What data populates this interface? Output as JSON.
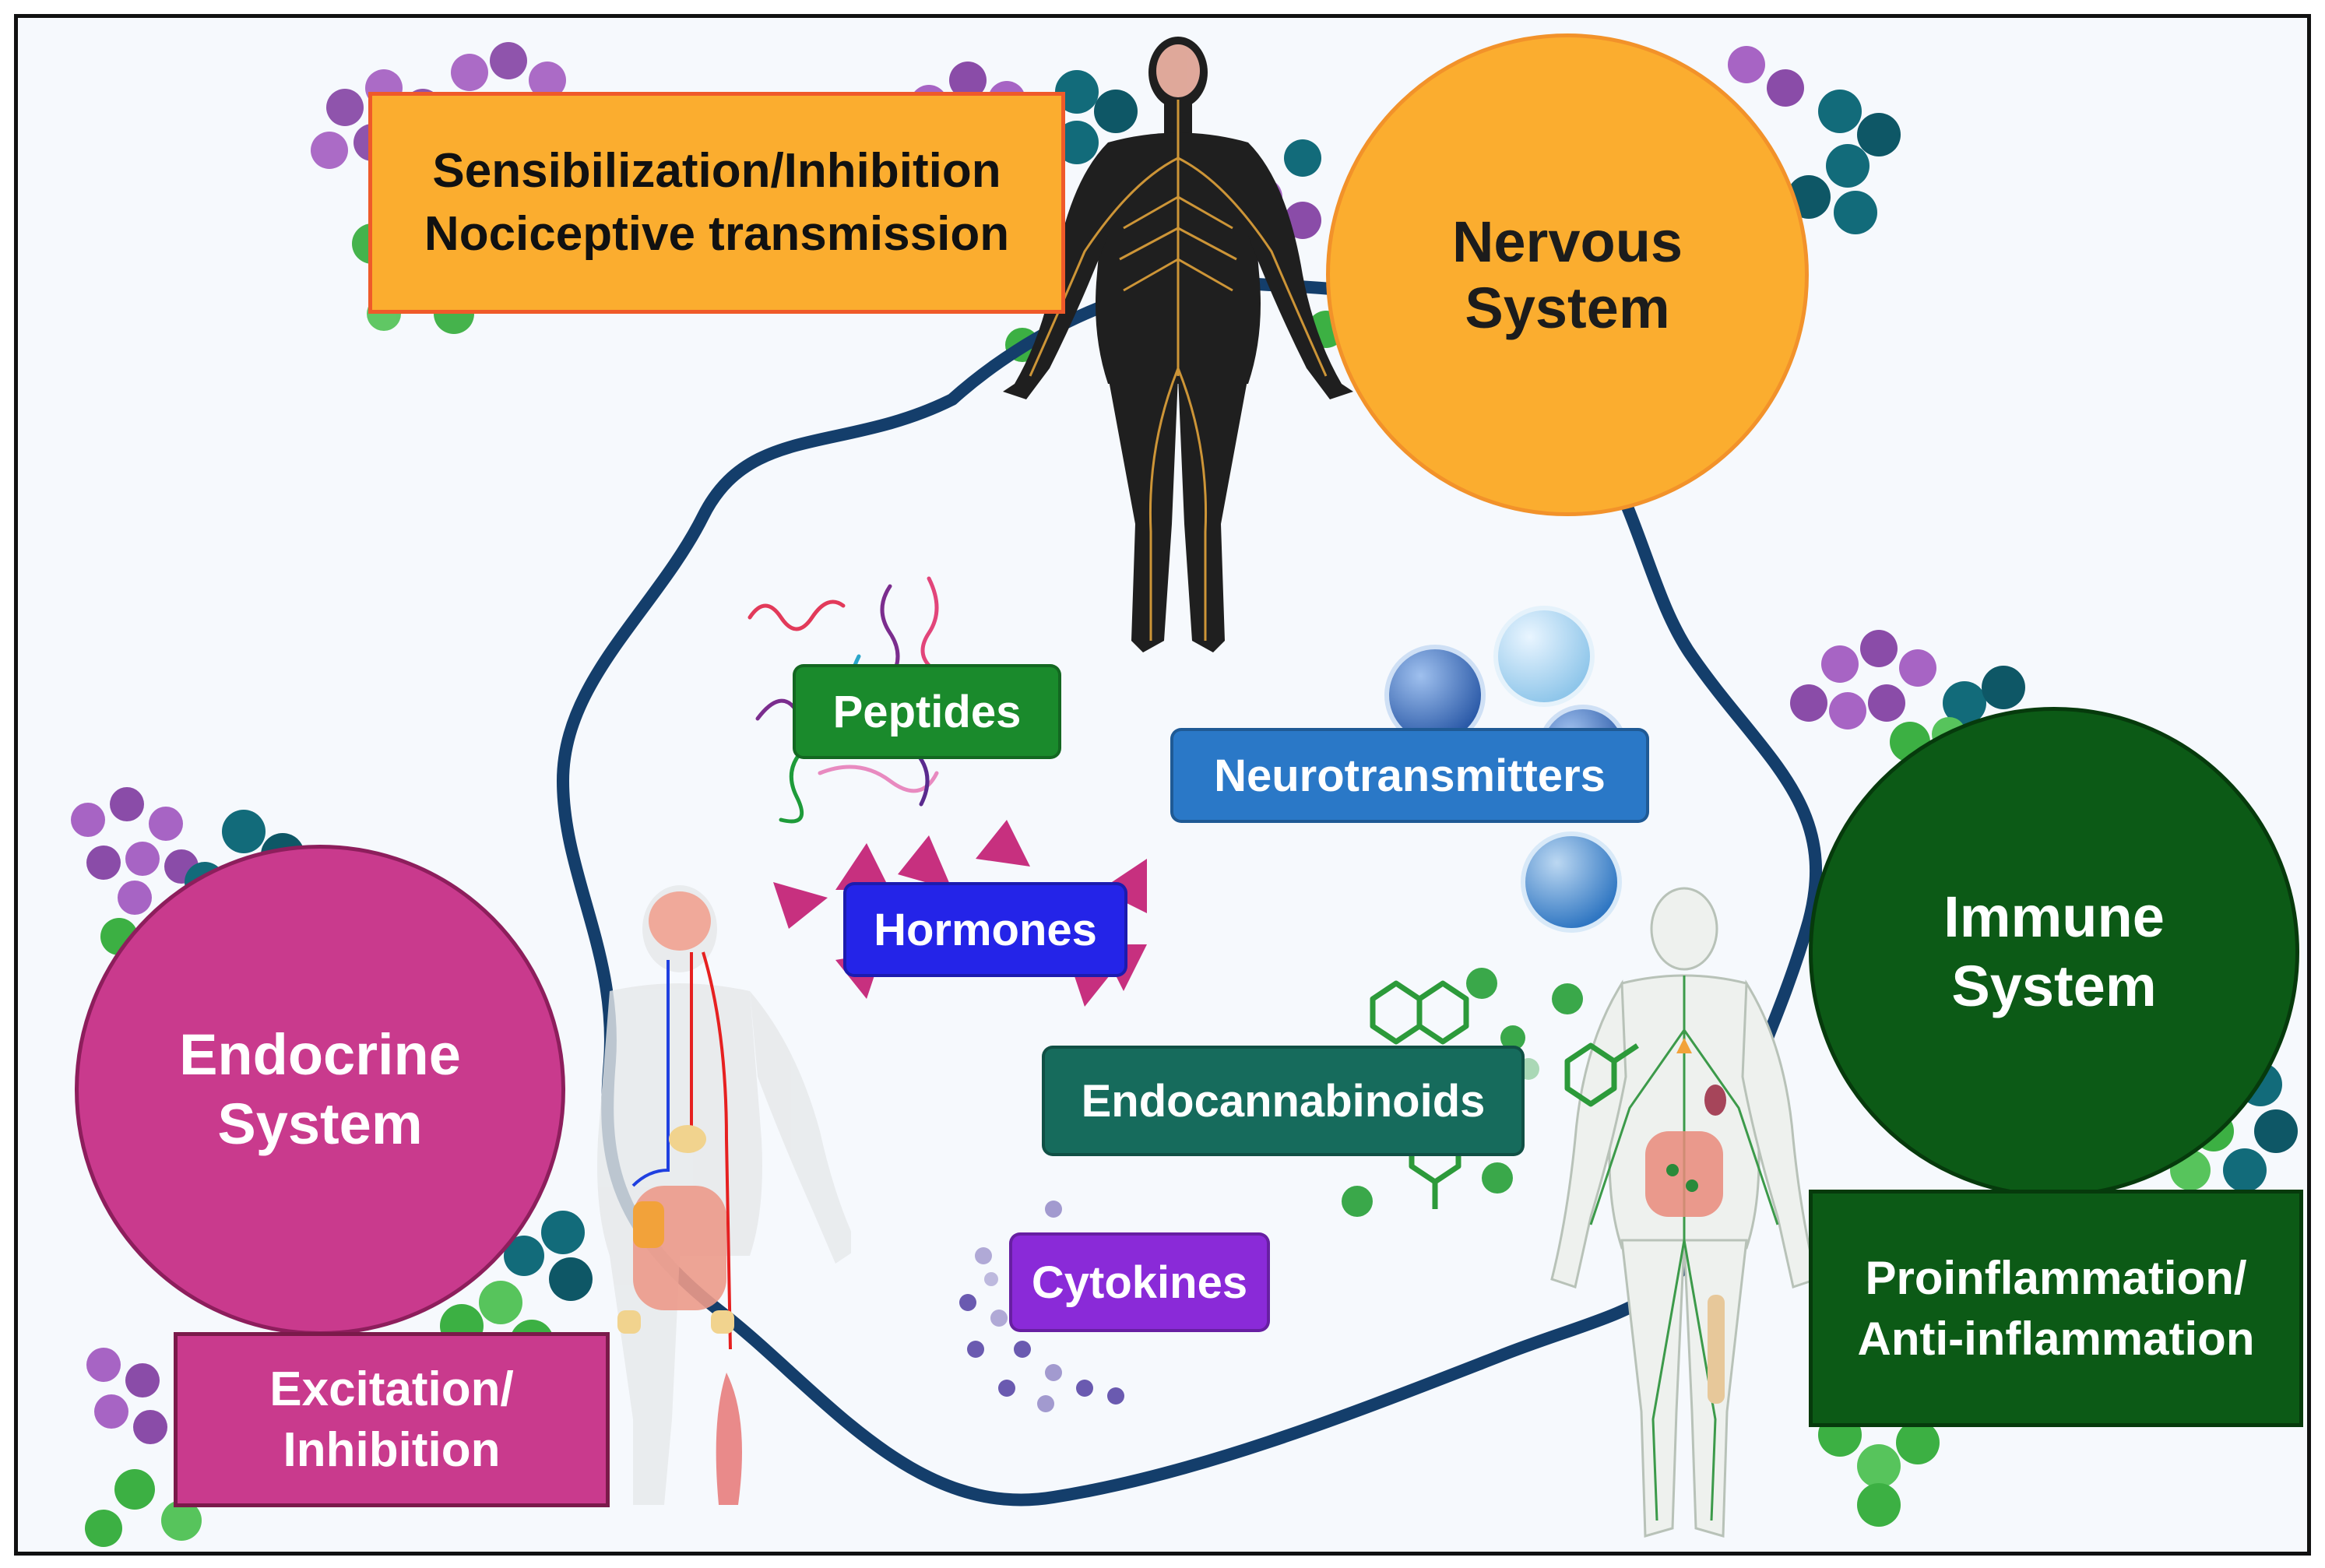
{
  "colors": {
    "nervous": "#fbad2f",
    "endocrine": "#c93a8d",
    "immune": "#0c5a16",
    "loop": "#143e6b",
    "peptides": "#1a8a2c",
    "neurotransmitters": "#2a78c7",
    "hormones": "#2424e8",
    "endocannabinoids": "#166b5c",
    "cytokines": "#8a2ad8"
  },
  "nervous": {
    "circle_line1": "Nervous",
    "circle_line2": "System",
    "box_line1": "Sensibilization/Inhibition",
    "box_line2": "Nociceptive transmission"
  },
  "endocrine": {
    "circle_line1": "Endocrine",
    "circle_line2": "System",
    "box_line1": "Excitation/",
    "box_line2": "Inhibition"
  },
  "immune": {
    "circle_line1": "Immune",
    "circle_line2": "System",
    "box_line1": "Proinflammation/",
    "box_line2": "Anti-inflammation"
  },
  "mediators": {
    "peptides": "Peptides",
    "neurotransmitters": "Neurotransmitters",
    "hormones": "Hormones",
    "endocannabinoids": "Endocannabinoids",
    "cytokines": "Cytokines"
  }
}
